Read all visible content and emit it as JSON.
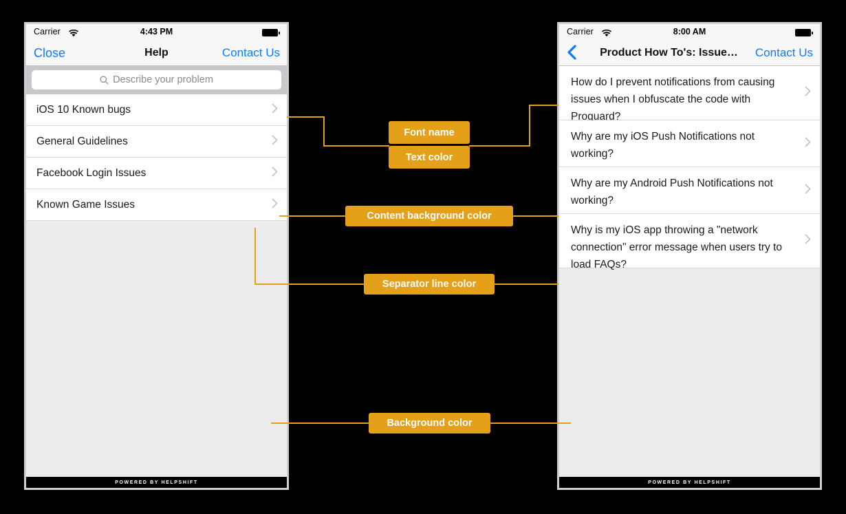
{
  "annotations": [
    {
      "id": "font-name",
      "label": "Font name"
    },
    {
      "id": "text-color",
      "label": "Text color"
    },
    {
      "id": "content-background-color",
      "label": "Content background color"
    },
    {
      "id": "separator-line-color",
      "label": "Separator line color"
    },
    {
      "id": "background-color",
      "label": "Background color"
    }
  ],
  "colors": {
    "annotation": "#e5a01a",
    "annotation_text": "#ffffff",
    "canvas": "#000000",
    "content_background": "#ffffff",
    "screen_background": "#ececec",
    "separator_line": "#d9d9d9",
    "tint": "#0a7cff",
    "text": "#1a1a1a",
    "search_bar_background": "#c8c8cc",
    "nav_background": "#f7f7f7"
  },
  "left_phone": {
    "status_bar": {
      "carrier": "Carrier",
      "wifi_icon": "wifi-icon",
      "time": "4:43 PM",
      "battery_icon": "battery-full-icon"
    },
    "nav": {
      "left_button": "Close",
      "title": "Help",
      "right_button": "Contact Us"
    },
    "search": {
      "icon": "search-icon",
      "placeholder": "Describe your problem",
      "value": ""
    },
    "sections": [
      {
        "label": "iOS 10 Known bugs",
        "accessory": "chevron-right-icon"
      },
      {
        "label": "General Guidelines",
        "accessory": "chevron-right-icon"
      },
      {
        "label": "Facebook Login Issues",
        "accessory": "chevron-right-icon"
      },
      {
        "label": "Known Game Issues",
        "accessory": "chevron-right-icon"
      }
    ],
    "footer": "POWERED BY HELPSHIFT"
  },
  "right_phone": {
    "status_bar": {
      "carrier": "Carrier",
      "wifi_icon": "wifi-icon",
      "time": "8:00 AM",
      "battery_icon": "battery-full-icon"
    },
    "nav": {
      "back_icon": "chevron-left-icon",
      "title": "Product How To's: Issue…",
      "right_button": "Contact Us"
    },
    "faqs": [
      {
        "label": "How do I prevent notifications from causing issues when I obfuscate the code with Proguard?",
        "accessory": "chevron-right-icon"
      },
      {
        "label": "Why are my iOS Push Notifications not working?",
        "accessory": "chevron-right-icon"
      },
      {
        "label": "Why are my Android Push Notifications not working?",
        "accessory": "chevron-right-icon"
      },
      {
        "label": "Why is my iOS app throwing a \"network connection\" error message when users try to load FAQs?",
        "accessory": "chevron-right-icon"
      }
    ],
    "footer": "POWERED BY HELPSHIFT"
  }
}
